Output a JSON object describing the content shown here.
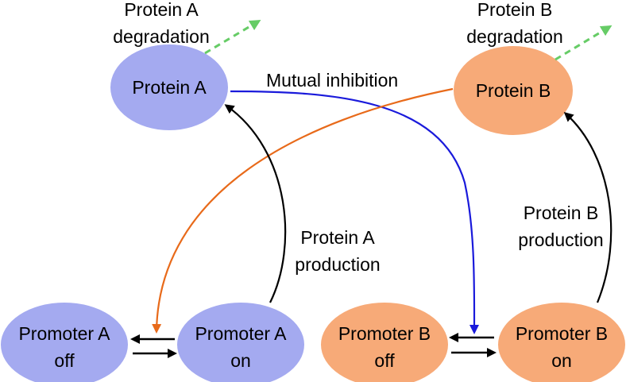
{
  "nodes": {
    "protein_a": {
      "label": "Protein A",
      "color": "#a4aaf0"
    },
    "protein_b": {
      "label": "Protein B",
      "color": "#f7aa78"
    },
    "promoter_a_off": {
      "line1": "Promoter A",
      "line2": "off",
      "color": "#a4aaf0"
    },
    "promoter_a_on": {
      "line1": "Promoter A",
      "line2": "on",
      "color": "#a4aaf0"
    },
    "promoter_b_off": {
      "line1": "Promoter B",
      "line2": "off",
      "color": "#f7aa78"
    },
    "promoter_b_on": {
      "line1": "Promoter B",
      "line2": "on",
      "color": "#f7aa78"
    }
  },
  "labels": {
    "protein_a_degradation": {
      "line1": "Protein A",
      "line2": "degradation"
    },
    "protein_b_degradation": {
      "line1": "Protein B",
      "line2": "degradation"
    },
    "mutual_inhibition": "Mutual inhibition",
    "protein_a_production": {
      "line1": "Protein A",
      "line2": "production"
    },
    "protein_b_production": {
      "line1": "Protein B",
      "line2": "production"
    }
  },
  "colors": {
    "degradation_arrow": "#66cc66",
    "inhibition_a_to_b": "#1a1adb",
    "inhibition_b_to_a": "#e86a1a",
    "production_arrow": "#000000"
  }
}
